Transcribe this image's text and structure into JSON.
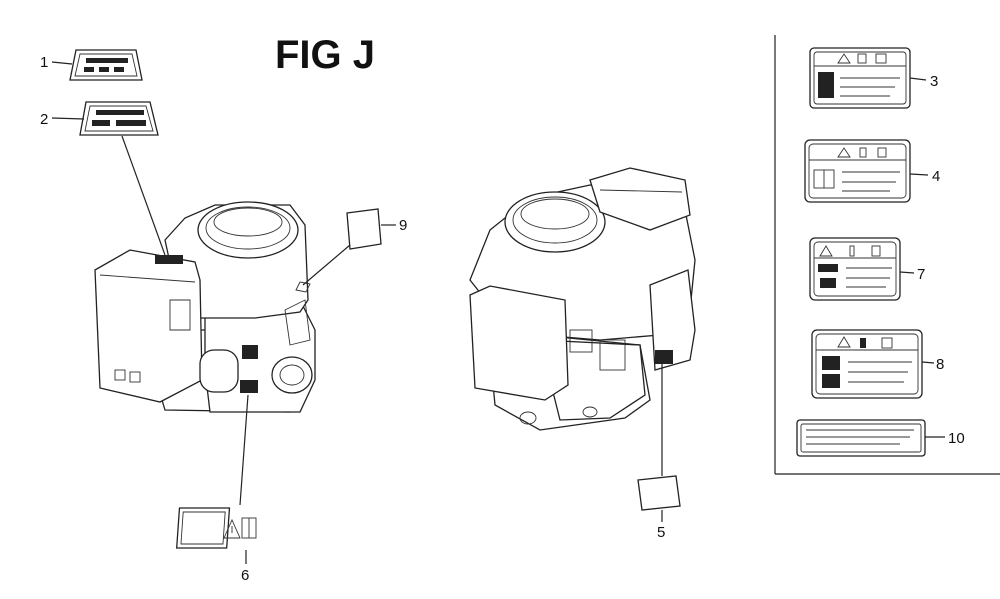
{
  "figure": {
    "title": "FIG J"
  },
  "callouts": [
    {
      "id": "c1",
      "text": "1"
    },
    {
      "id": "c2",
      "text": "2"
    },
    {
      "id": "c3",
      "text": "3"
    },
    {
      "id": "c4",
      "text": "4"
    },
    {
      "id": "c5",
      "text": "5"
    },
    {
      "id": "c6",
      "text": "6"
    },
    {
      "id": "c7",
      "text": "7"
    },
    {
      "id": "c8",
      "text": "8"
    },
    {
      "id": "c9",
      "text": "9"
    },
    {
      "id": "c10",
      "text": "10"
    }
  ],
  "icons": {
    "nameplate": "honda-nameplate-icon",
    "warning": "warning-triangle-icon",
    "manual": "manual-book-icon",
    "engine": "engine-illustration"
  },
  "colors": {
    "ink": "#222222",
    "background": "#ffffff"
  }
}
